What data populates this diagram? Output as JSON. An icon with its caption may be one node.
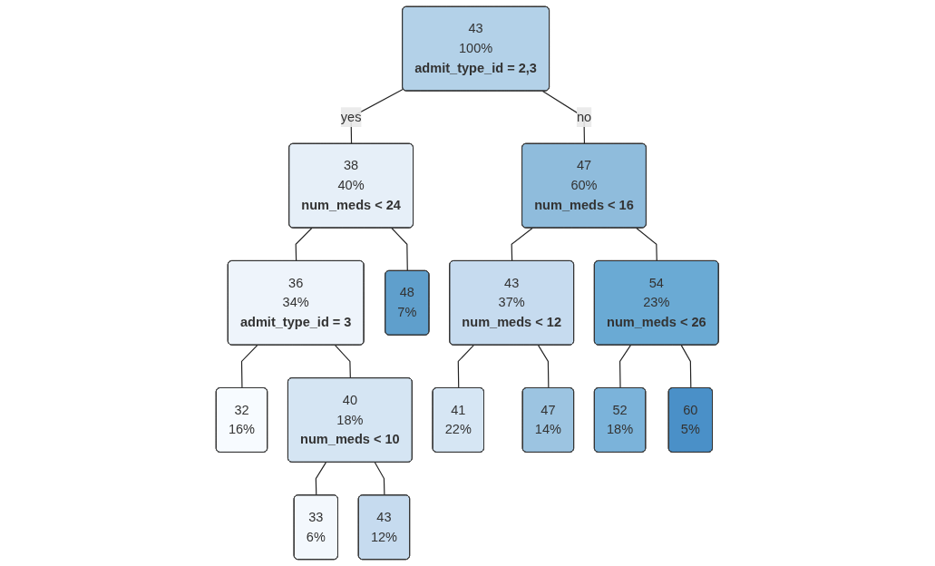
{
  "diagram": {
    "nodes": [
      {
        "text": [
          "43",
          "100%",
          "admit_type_id = 2,3"
        ]
      },
      {
        "text": [
          "38",
          "40%",
          "num_meds < 24"
        ]
      },
      {
        "text": [
          "47",
          "60%",
          "num_meds < 16"
        ]
      },
      {
        "text": [
          "36",
          "34%",
          "admit_type_id = 3"
        ]
      },
      {
        "text": [
          "43",
          "37%",
          "num_meds < 12"
        ]
      },
      {
        "text": [
          "54",
          "23%",
          "num_meds < 26"
        ]
      },
      {
        "text": [
          "40",
          "18%",
          "num_meds < 10"
        ]
      },
      {
        "text": [
          "32",
          "16%"
        ]
      },
      {
        "text": [
          "33",
          "6%"
        ]
      },
      {
        "text": [
          "43",
          "12%"
        ]
      },
      {
        "text": [
          "48",
          "7%"
        ]
      },
      {
        "text": [
          "41",
          "22%"
        ]
      },
      {
        "text": [
          "47",
          "14%"
        ]
      },
      {
        "text": [
          "52",
          "18%"
        ]
      },
      {
        "text": [
          "60",
          "5%"
        ]
      }
    ],
    "edges": [
      {
        "from": 0,
        "to": 1,
        "arrow": "none",
        "label": "yes"
      },
      {
        "from": 0,
        "to": 2,
        "arrow": "none",
        "label": "no"
      },
      {
        "from": 1,
        "to": 3,
        "arrow": "none"
      },
      {
        "from": 1,
        "to": 10,
        "arrow": "none"
      },
      {
        "from": 2,
        "to": 4,
        "arrow": "none"
      },
      {
        "from": 2,
        "to": 5,
        "arrow": "none"
      },
      {
        "from": 3,
        "to": 7,
        "arrow": "none"
      },
      {
        "from": 3,
        "to": 6,
        "arrow": "none"
      },
      {
        "from": 6,
        "to": 8,
        "arrow": "none"
      },
      {
        "from": 6,
        "to": 9,
        "arrow": "none"
      },
      {
        "from": 4,
        "to": 11,
        "arrow": "none"
      },
      {
        "from": 4,
        "to": 12,
        "arrow": "none"
      },
      {
        "from": 5,
        "to": 13,
        "arrow": "none"
      },
      {
        "from": 5,
        "to": 14,
        "arrow": "none"
      }
    ]
  }
}
